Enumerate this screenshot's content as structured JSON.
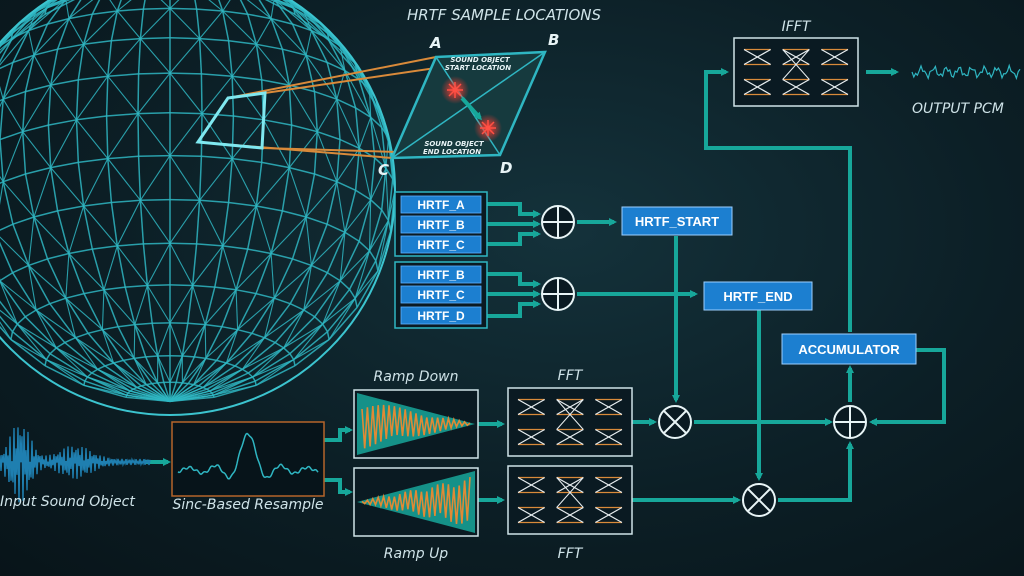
{
  "title": "HRTF SAMPLE LOCATIONS",
  "corners": {
    "a": "A",
    "b": "B",
    "c": "C",
    "d": "D"
  },
  "sample_box": {
    "start_label_1": "SOUND OBJECT",
    "start_label_2": "START LOCATION",
    "end_label_1": "SOUND OBJECT",
    "end_label_2": "END LOCATION"
  },
  "hrtf_group_1": [
    "HRTF_A",
    "HRTF_B",
    "HRTF_C"
  ],
  "hrtf_group_2": [
    "HRTF_B",
    "HRTF_C",
    "HRTF_D"
  ],
  "blocks": {
    "hrtf_start": "HRTF_START",
    "hrtf_end": "HRTF_END",
    "accumulator": "ACCUMULATOR"
  },
  "labels": {
    "ifft": "IFFT",
    "output_pcm": "OUTPUT  PCM",
    "ramp_down": "Ramp Down",
    "ramp_up": "Ramp Up",
    "fft_top": "FFT",
    "fft_bottom": "FFT",
    "input": "Input  Sound Object",
    "resample": "Sinc-Based Resample"
  },
  "colors": {
    "wire": "#17a79a",
    "block_blue": "#1c7fd0",
    "accent_orange": "#d98a3a",
    "mesh": "#2fb6c2"
  }
}
